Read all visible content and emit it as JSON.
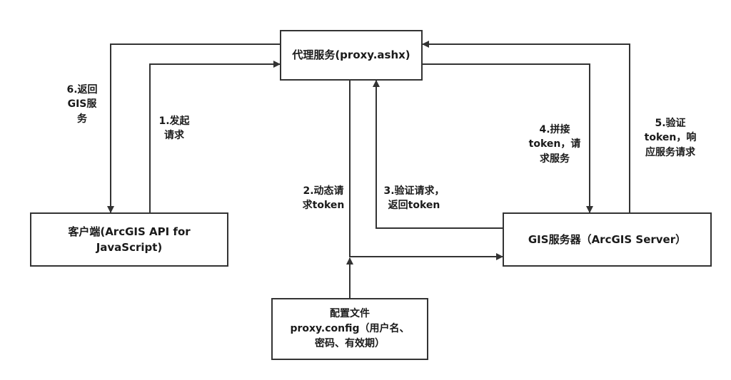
{
  "nodes": {
    "proxy": "代理服务(proxy.ashx)",
    "client": "客户端(ArcGIS API for\nJavaScript)",
    "gis": "GIS服务器（ArcGIS Server）",
    "config": "配置文件\nproxy.config（用户名、\n密码、有效期）"
  },
  "edges": {
    "e1": "1.发起\n请求",
    "e2": "2.动态请\n求token",
    "e3": "3.验证请求，\n返回token",
    "e4": "4.拼接\ntoken，请\n求服务",
    "e5": "5.验证\ntoken，响\n应服务请求",
    "e6": "6.返回\nGIS服\n务"
  }
}
